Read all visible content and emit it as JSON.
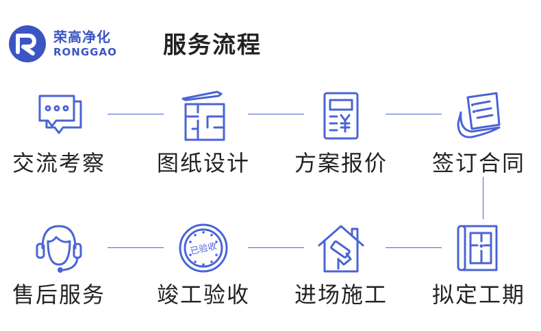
{
  "brand": {
    "name_cn": "荣高净化",
    "name_en": "RONGGAO"
  },
  "title": "服务流程",
  "stamp_text": "已验收",
  "steps": [
    {
      "label": "交流考察",
      "icon": "chat-bubbles-icon"
    },
    {
      "label": "图纸设计",
      "icon": "blueprint-pencil-icon"
    },
    {
      "label": "方案报价",
      "icon": "quote-document-icon"
    },
    {
      "label": "签订合同",
      "icon": "contract-scroll-icon"
    },
    {
      "label": "拟定工期",
      "icon": "schedule-plan-icon"
    },
    {
      "label": "进场施工",
      "icon": "house-paint-roller-icon"
    },
    {
      "label": "竣工验收",
      "icon": "acceptance-stamp-icon"
    },
    {
      "label": "售后服务",
      "icon": "headset-service-icon"
    }
  ],
  "colors": {
    "accent": "#4a63d6",
    "text": "#222222"
  }
}
